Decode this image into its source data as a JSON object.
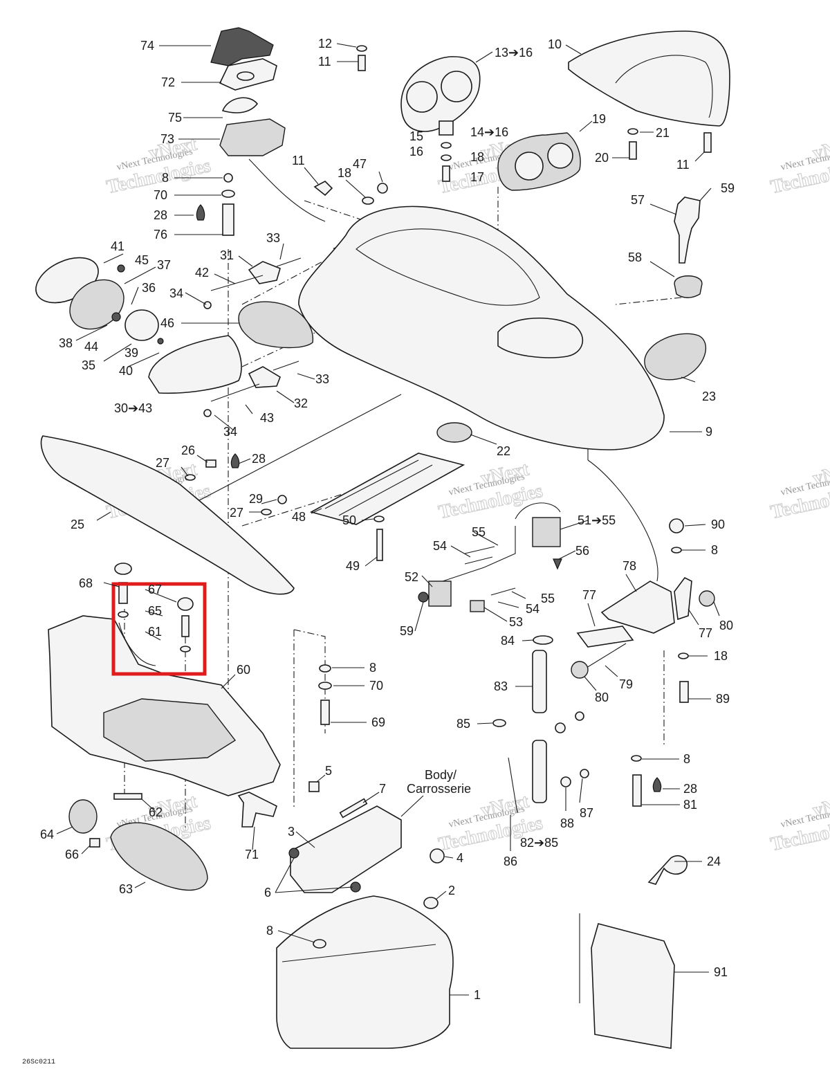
{
  "diagram": {
    "drawing_code": "26Sc0211",
    "body_label_line1": "Body/",
    "body_label_line2": "Carrosserie",
    "highlight_color": "#e01b1b",
    "watermark": {
      "line1": "vNext Technologies",
      "line2_a": "vNext",
      "line2_b": "Technologies"
    },
    "callouts": {
      "c1": "1",
      "c2": "2",
      "c3": "3",
      "c4": "4",
      "c5": "5",
      "c6": "6",
      "c7": "7",
      "c8a": "8",
      "c8b": "8",
      "c8c": "8",
      "c8d": "8",
      "c8e": "8",
      "c9": "9",
      "c10": "10",
      "c11a": "11",
      "c11b": "11",
      "c11c": "11",
      "c12": "12",
      "c13": "13➔16",
      "c14": "14➔16",
      "c15": "15",
      "c16": "16",
      "c17": "17",
      "c18a": "18",
      "c18b": "18",
      "c18c": "18",
      "c19": "19",
      "c20": "20",
      "c21": "21",
      "c22": "22",
      "c23": "23",
      "c24": "24",
      "c25": "25",
      "c26": "26",
      "c27a": "27",
      "c27b": "27",
      "c28a": "28",
      "c28b": "28",
      "c28c": "28",
      "c29": "29",
      "c30": "30➔43",
      "c31": "31",
      "c32": "32",
      "c33a": "33",
      "c33b": "33",
      "c34a": "34",
      "c34b": "34",
      "c35": "35",
      "c36": "36",
      "c37": "37",
      "c38": "38",
      "c39": "39",
      "c40": "40",
      "c41": "41",
      "c42": "42",
      "c43": "43",
      "c44": "44",
      "c45": "45",
      "c46": "46",
      "c47": "47",
      "c48": "48",
      "c49": "49",
      "c50": "50",
      "c51": "51➔55",
      "c52": "52",
      "c53": "53",
      "c54a": "54",
      "c54b": "54",
      "c55a": "55",
      "c55b": "55",
      "c56": "56",
      "c57": "57",
      "c58": "58",
      "c59a": "59",
      "c59b": "59",
      "c60": "60",
      "c61": "61",
      "c62": "62",
      "c63": "63",
      "c64": "64",
      "c65": "65",
      "c66": "66",
      "c67": "67",
      "c68": "68",
      "c69": "69",
      "c70a": "70",
      "c70b": "70",
      "c71": "71",
      "c72": "72",
      "c73": "73",
      "c74": "74",
      "c75": "75",
      "c76": "76",
      "c77a": "77",
      "c77b": "77",
      "c78": "78",
      "c79": "79",
      "c80a": "80",
      "c80b": "80",
      "c81": "81",
      "c82": "82➔85",
      "c83": "83",
      "c84": "84",
      "c85": "85",
      "c86": "86",
      "c87": "87",
      "c88": "88",
      "c89": "89",
      "c90": "90",
      "c91": "91"
    }
  }
}
